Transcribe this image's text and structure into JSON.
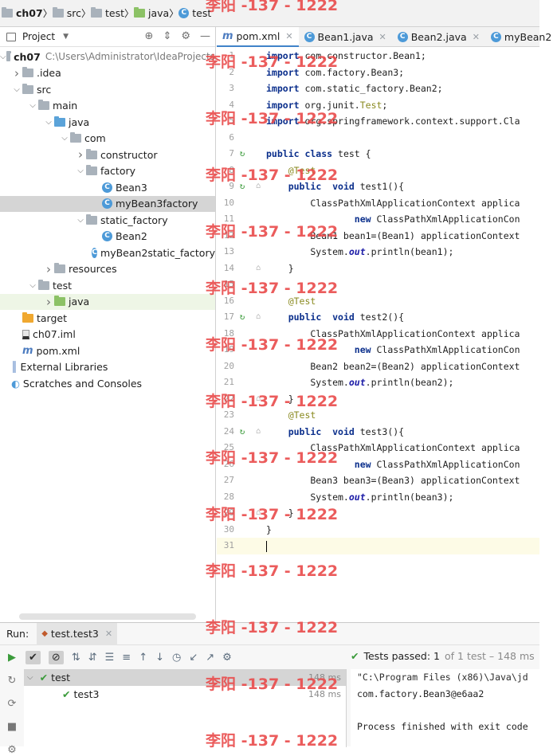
{
  "breadcrumb": [
    {
      "label": "ch07",
      "icon": "module-folder-icon"
    },
    {
      "label": "src",
      "icon": "folder-icon"
    },
    {
      "label": "test",
      "icon": "folder-icon"
    },
    {
      "label": "java",
      "icon": "test-source-folder-icon"
    },
    {
      "label": "test",
      "icon": "class-icon"
    }
  ],
  "project_panel": {
    "title": "Project",
    "root_path": "C:\\Users\\Administrator\\IdeaProjects"
  },
  "tree": [
    {
      "label": "ch07",
      "depth": 0,
      "arrow": "open",
      "icon": "module",
      "bold": true
    },
    {
      "label": ".idea",
      "depth": 1,
      "arrow": "closed",
      "icon": "folder"
    },
    {
      "label": "src",
      "depth": 1,
      "arrow": "open",
      "icon": "folder"
    },
    {
      "label": "main",
      "depth": 2,
      "arrow": "open",
      "icon": "folder"
    },
    {
      "label": "java",
      "depth": 3,
      "arrow": "open",
      "icon": "src"
    },
    {
      "label": "com",
      "depth": 4,
      "arrow": "open",
      "icon": "package"
    },
    {
      "label": "constructor",
      "depth": 5,
      "arrow": "closed",
      "icon": "package"
    },
    {
      "label": "factory",
      "depth": 5,
      "arrow": "open",
      "icon": "package"
    },
    {
      "label": "Bean3",
      "depth": 6,
      "arrow": "",
      "icon": "class"
    },
    {
      "label": "myBean3factory",
      "depth": 6,
      "arrow": "",
      "icon": "class",
      "selected": true
    },
    {
      "label": "static_factory",
      "depth": 5,
      "arrow": "open",
      "icon": "package"
    },
    {
      "label": "Bean2",
      "depth": 6,
      "arrow": "",
      "icon": "class"
    },
    {
      "label": "myBean2static_factory",
      "depth": 6,
      "arrow": "",
      "icon": "class"
    },
    {
      "label": "resources",
      "depth": 3,
      "arrow": "closed",
      "icon": "res"
    },
    {
      "label": "test",
      "depth": 2,
      "arrow": "open",
      "icon": "folder"
    },
    {
      "label": "java",
      "depth": 3,
      "arrow": "closed",
      "icon": "test",
      "highlight": true
    },
    {
      "label": "target",
      "depth": 1,
      "arrow": "",
      "icon": "target"
    },
    {
      "label": "ch07.iml",
      "depth": 1,
      "arrow": "",
      "icon": "iml"
    },
    {
      "label": "pom.xml",
      "depth": 1,
      "arrow": "",
      "icon": "maven"
    },
    {
      "label": "External Libraries",
      "depth": 0,
      "arrow": "",
      "icon": "lib"
    },
    {
      "label": "Scratches and Consoles",
      "depth": 0,
      "arrow": "",
      "icon": "scratch"
    }
  ],
  "editor_tabs": [
    {
      "label": "pom.xml",
      "icon": "maven-icon",
      "active": true
    },
    {
      "label": "Bean1.java",
      "icon": "class-icon"
    },
    {
      "label": "Bean2.java",
      "icon": "class-icon"
    },
    {
      "label": "myBean2",
      "icon": "class-icon"
    }
  ],
  "code_lines": [
    {
      "n": "1",
      "html": "<span class='kw'>import</span> com.constructor.Bean1;"
    },
    {
      "n": "2",
      "html": "<span class='kw'>import</span> com.factory.Bean3;"
    },
    {
      "n": "3",
      "html": "<span class='kw'>import</span> com.static_factory.Bean2;"
    },
    {
      "n": "4",
      "html": "<span class='kw'>import</span> org.junit.<span class='cls'>Test</span>;"
    },
    {
      "n": "5",
      "html": "<span class='kw'>import</span> org.springframework.context.support.Cla"
    },
    {
      "n": "6",
      "html": ""
    },
    {
      "n": "7",
      "html": "<span class='kw'>public class</span> test {",
      "mark": "run"
    },
    {
      "n": "8",
      "html": "    <span class='an'>@Test</span>"
    },
    {
      "n": "9",
      "html": "    <span class='kw'>public  void</span> test1(){",
      "mark": "run",
      "fold": true
    },
    {
      "n": "10",
      "html": "        ClassPathXmlApplicationContext applica"
    },
    {
      "n": "11",
      "html": "                <span class='kw'>new</span> ClassPathXmlApplicationCon"
    },
    {
      "n": "12",
      "html": "        Bean1 bean1=(Bean1) applicationContext"
    },
    {
      "n": "13",
      "html": "        System.<span class='st'>out</span>.println(bean1);"
    },
    {
      "n": "14",
      "html": "    }",
      "fold": true
    },
    {
      "n": "15",
      "html": ""
    },
    {
      "n": "16",
      "html": "    <span class='an'>@Test</span>"
    },
    {
      "n": "17",
      "html": "    <span class='kw'>public  void</span> test2(){",
      "mark": "run",
      "fold": true
    },
    {
      "n": "18",
      "html": "        ClassPathXmlApplicationContext applica"
    },
    {
      "n": "19",
      "html": "                <span class='kw'>new</span> ClassPathXmlApplicationCon"
    },
    {
      "n": "20",
      "html": "        Bean2 bean2=(Bean2) applicationContext"
    },
    {
      "n": "21",
      "html": "        System.<span class='st'>out</span>.println(bean2);"
    },
    {
      "n": "22",
      "html": "    }",
      "fold": true
    },
    {
      "n": "23",
      "html": "    <span class='an'>@Test</span>"
    },
    {
      "n": "24",
      "html": "    <span class='kw'>public  void</span> test3(){",
      "mark": "run",
      "fold": true
    },
    {
      "n": "25",
      "html": "        ClassPathXmlApplicationContext applica"
    },
    {
      "n": "26",
      "html": "                <span class='kw'>new</span> ClassPathXmlApplicationCon"
    },
    {
      "n": "27",
      "html": "        Bean3 bean3=(Bean3) applicationContext"
    },
    {
      "n": "28",
      "html": "        System.<span class='st'>out</span>.println(bean3);"
    },
    {
      "n": "29",
      "html": "    }",
      "fold": true
    },
    {
      "n": "30",
      "html": "}"
    },
    {
      "n": "31",
      "html": "",
      "current": true
    }
  ],
  "run_panel": {
    "label": "Run:",
    "tab": "test.test3",
    "status_main": "Tests passed:",
    "status_count": "1",
    "status_rest": "of 1 test – 148 ms",
    "tests": [
      {
        "label": "test",
        "ms": "148 ms",
        "depth": 0,
        "selected": true
      },
      {
        "label": "test3",
        "ms": "148 ms",
        "depth": 1
      }
    ],
    "console": [
      "\"C:\\Program Files (x86)\\Java\\jd",
      "com.factory.Bean3@e6aa2",
      "",
      "Process finished with exit code"
    ]
  },
  "watermark": "李阳 -137 - 1222",
  "colors": {
    "accent": "#4083c9",
    "pass": "#3b9b3b",
    "selection": "#d5d5d5",
    "watermark": "#e94b4b"
  }
}
